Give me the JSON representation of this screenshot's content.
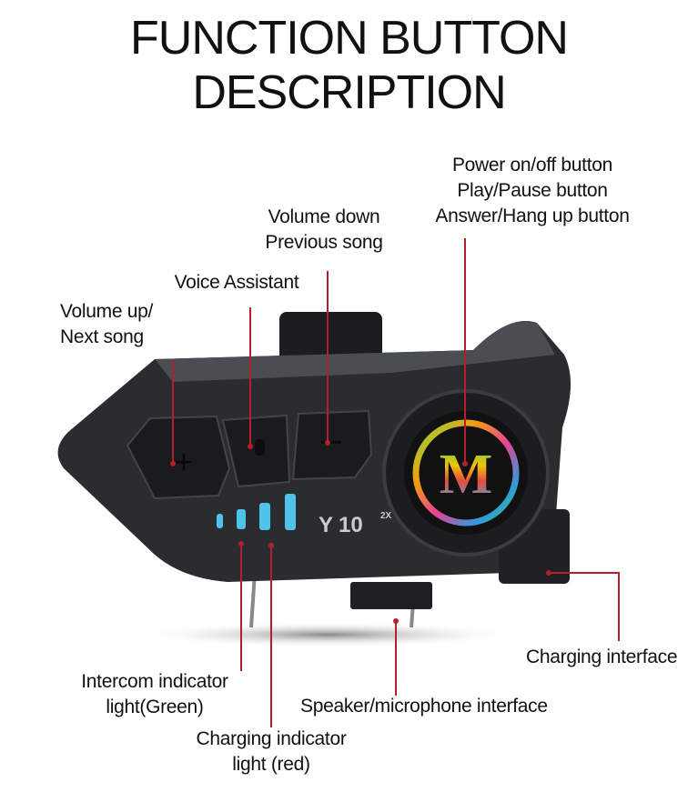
{
  "title": {
    "line1": "FUNCTION BUTTON",
    "line2": "DESCRIPTION"
  },
  "labels": {
    "power": [
      "Power on/off button",
      "Play/Pause button",
      "Answer/Hang up button"
    ],
    "volume_down": [
      "Volume down",
      "Previous song"
    ],
    "voice": "Voice Assistant",
    "volume_up": [
      "Volume up/",
      "Next song"
    ],
    "intercom": [
      "Intercom indicator",
      "light(Green)"
    ],
    "charging_light": [
      "Charging indicator",
      "light (red)"
    ],
    "speaker": "Speaker/microphone interface",
    "charging_interface": "Charging interface"
  },
  "device": {
    "model": "10",
    "model_sup": "2X",
    "logo_letter": "M"
  },
  "colors": {
    "callout": "#b3202c",
    "body": "#2a2c30",
    "indicator": "#4fc3e8"
  }
}
